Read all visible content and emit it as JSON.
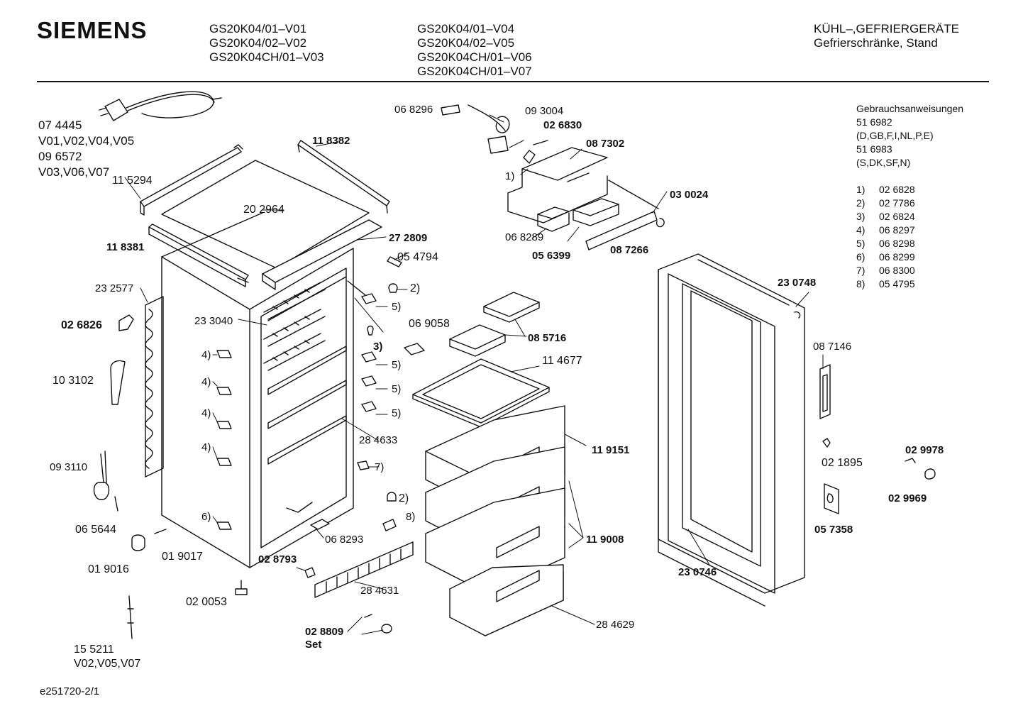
{
  "header": {
    "brand": "SIEMENS",
    "models_col1": [
      "GS20K04/01–V01",
      "GS20K04/02–V02",
      "GS20K04CH/01–V03"
    ],
    "models_col2": [
      "GS20K04/01–V04",
      "GS20K04/02–V05",
      "GS20K04CH/01–V06",
      "GS20K04CH/01–V07"
    ],
    "category": "KÜHL–,GEFRIERGERÄTE",
    "subcategory": "Gefrierschränke, Stand"
  },
  "manuals": {
    "title": "Gebrauchsanweisungen",
    "lines": [
      "51 6982",
      "(D,GB,F,I,NL,P,E)",
      "51 6983",
      "(S,DK,SF,N)"
    ]
  },
  "legend": [
    {
      "n": "1)",
      "part": "02 6828"
    },
    {
      "n": "2)",
      "part": "02 7786"
    },
    {
      "n": "3)",
      "part": "02 6824"
    },
    {
      "n": "4)",
      "part": "06 8297"
    },
    {
      "n": "5)",
      "part": "06 8298"
    },
    {
      "n": "6)",
      "part": "06 8299"
    },
    {
      "n": "7)",
      "part": "06 8300"
    },
    {
      "n": "8)",
      "part": "05 4795"
    }
  ],
  "labels": {
    "cable_a": "07 4445",
    "cable_a_v": "V01,V02,V04,V05",
    "cable_b": "09 6572",
    "cable_b_v": "V03,V06,V07",
    "p115294": "11 5294",
    "p118382": "11 8382",
    "p202964": "20 2964",
    "p272809": "27 2809",
    "p118381": "11 8381",
    "p232577": "23 2577",
    "p026826": "02 6826",
    "p233040": "23 3040",
    "p103102": "10 3102",
    "p093110": "09 3110",
    "p065644": "06 5644",
    "p019017": "01 9017",
    "p019016": "01 9016",
    "p020053": "02 0053",
    "p155211": "15 5211",
    "p155211_v": "V02,V05,V07",
    "p068296": "06 8296",
    "p093004": "09 3004",
    "p026830": "02 6830",
    "p087302": "08 7302",
    "p030024": "03 0024",
    "p068289": "06 8289",
    "p056399": "05 6399",
    "p087266": "08 7266",
    "p054794": "05 4794",
    "p069058": "06 9058",
    "p085716": "08 5716",
    "p114677": "11 4677",
    "p284633": "28 4633",
    "p119151": "11 9151",
    "p119008": "11 9008",
    "p068293": "06 8293",
    "p028793": "02 8793",
    "p284631": "28 4631",
    "p028809": "02 8809",
    "set": "Set",
    "p284629": "28 4629",
    "p230748": "23 0748",
    "p087146": "08 7146",
    "p021895": "02 1895",
    "p029978": "02 9978",
    "p029969": "02 9969",
    "p057358": "05 7358",
    "p230746": "23 0746",
    "r1": "1)",
    "r2a": "2)",
    "r2b": "2)",
    "r3": "3)",
    "r4a": "4)",
    "r4b": "4)",
    "r4c": "4)",
    "r4d": "4)",
    "r5a": "5)",
    "r5b": "5)",
    "r5c": "5)",
    "r5d": "5)",
    "r6": "6)",
    "r7": "7)",
    "r8": "8)"
  },
  "footer": "e251720-2/1"
}
